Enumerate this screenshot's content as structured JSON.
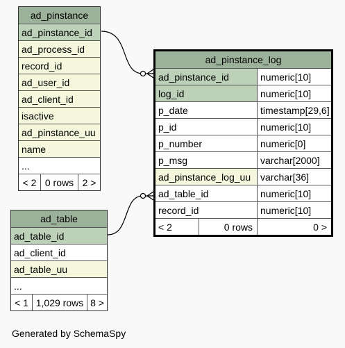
{
  "ad_pinstance": {
    "title": "ad_pinstance",
    "rows": [
      "ad_pinstance_id",
      "ad_process_id",
      "record_id",
      "ad_user_id",
      "ad_client_id",
      "isactive",
      "ad_pinstance_uu",
      "name",
      "..."
    ],
    "footer": {
      "prev": "< 2",
      "rows": "0 rows",
      "next": "2 >"
    }
  },
  "ad_pinstance_log": {
    "title": "ad_pinstance_log",
    "rows": [
      {
        "name": "ad_pinstance_id",
        "type": "numeric[10]"
      },
      {
        "name": "log_id",
        "type": "numeric[10]"
      },
      {
        "name": "p_date",
        "type": "timestamp[29,6]"
      },
      {
        "name": "p_id",
        "type": "numeric[10]"
      },
      {
        "name": "p_number",
        "type": "numeric[0]"
      },
      {
        "name": "p_msg",
        "type": "varchar[2000]"
      },
      {
        "name": "ad_pinstance_log_uu",
        "type": "varchar[36]"
      },
      {
        "name": "ad_table_id",
        "type": "numeric[10]"
      },
      {
        "name": "record_id",
        "type": "numeric[10]"
      }
    ],
    "footer": {
      "prev": "< 2",
      "rows": "0 rows",
      "next": "0 >"
    }
  },
  "ad_table": {
    "title": "ad_table",
    "rows": [
      "ad_table_id",
      "ad_client_id",
      "ad_table_uu",
      "..."
    ],
    "footer": {
      "prev": "< 1",
      "rows": "1,029 rows",
      "next": "8 >"
    }
  },
  "caption": "Generated by SchemaSpy"
}
